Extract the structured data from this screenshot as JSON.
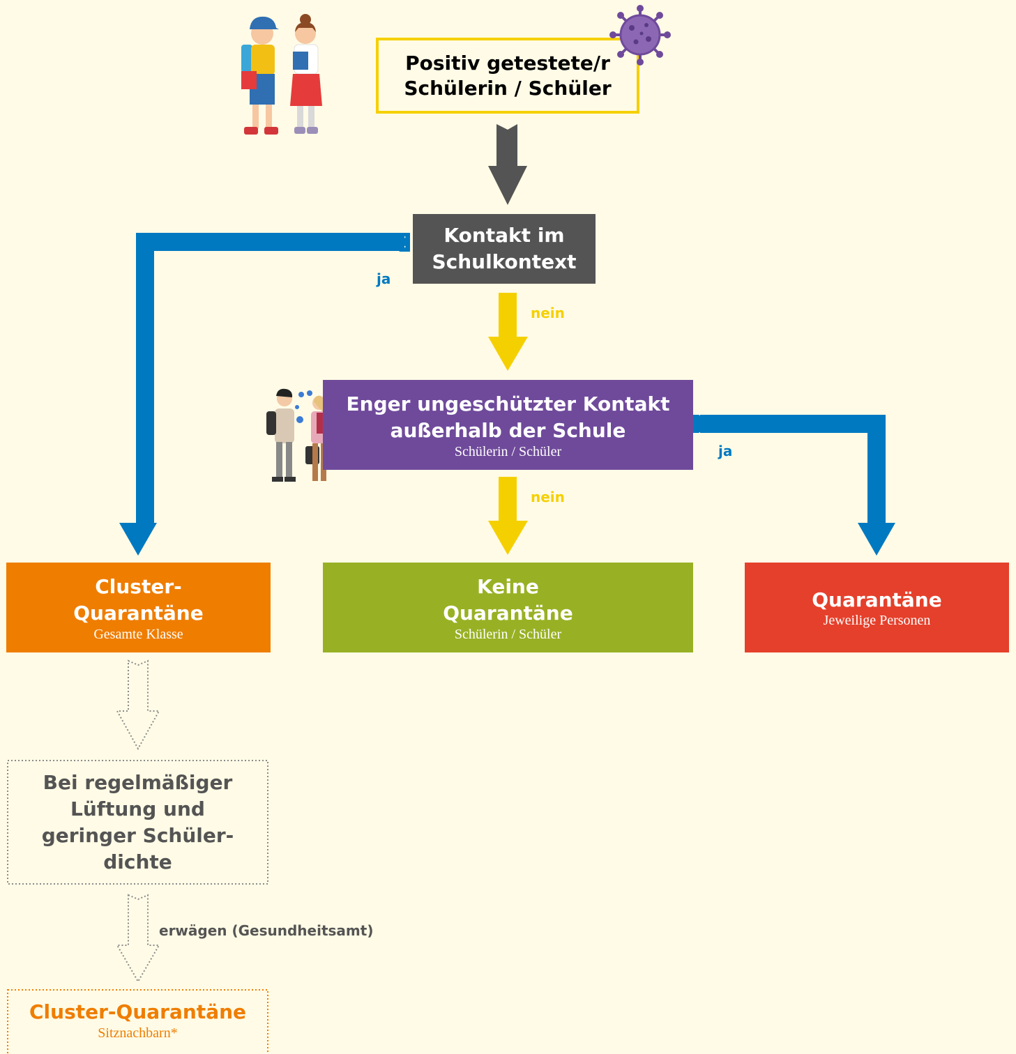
{
  "colors": {
    "background": "#fffbe6",
    "yellow": "#f5d000",
    "dark_gray": "#545454",
    "blue": "#0079c1",
    "purple": "#6f4a9b",
    "orange": "#ef7d00",
    "green": "#98b124",
    "red": "#e5402b",
    "dotted_gray": "#8a8a8a"
  },
  "start": {
    "line1": "Positiv getestete/r",
    "line2": "Schülerin / Schüler"
  },
  "decision1": {
    "line1": "Kontakt im",
    "line2": "Schulkontext",
    "yes": "ja",
    "no": "nein"
  },
  "decision2": {
    "line1": "Enger ungeschützter Kontakt",
    "line2": "außerhalb der Schule",
    "sub": "Schülerin / Schüler",
    "yes": "ja",
    "no": "nein"
  },
  "outcomes": {
    "cluster": {
      "line1": "Cluster-",
      "line2": "Quarantäne",
      "sub": "Gesamte Klasse"
    },
    "none": {
      "line1": "Keine",
      "line2": "Quarantäne",
      "sub": "Schülerin / Schüler"
    },
    "quarantine": {
      "line1": "Quarantäne",
      "sub": "Jeweilige Personen"
    }
  },
  "condition": {
    "line1": "Bei regelmäßiger",
    "line2": "Lüftung und",
    "line3": "geringer Schüler-",
    "line4": "dichte",
    "consider": "erwägen (Gesundheitsamt)"
  },
  "final": {
    "title": "Cluster-Quarantäne",
    "sub": "Sitznachbarn*"
  },
  "icons": [
    "students-illustration",
    "virus-icon",
    "people-talking-illustration"
  ]
}
